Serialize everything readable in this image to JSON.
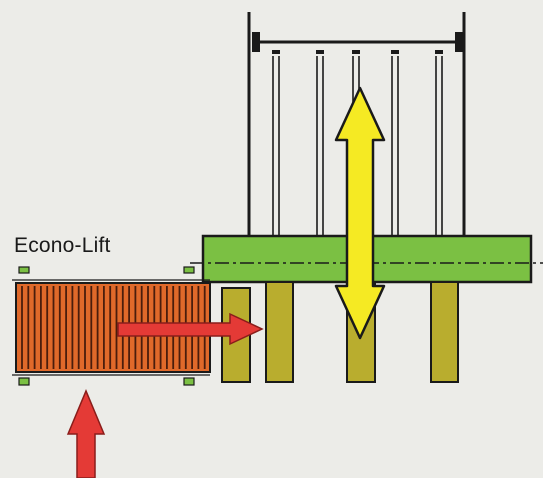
{
  "diagram": {
    "title": "Econo-Lift"
  },
  "colors": {
    "background": "#ecece8",
    "frame": "#1a1a1a",
    "platform_green": "#7bc043",
    "plate_orange": "#e0692a",
    "plate_stripe": "#4a1d0c",
    "guide_green": "#7bc043",
    "slot_mustard": "#b9ad2e",
    "arrow_red": "#e43a36",
    "arrow_yellow": "#f5ea23"
  },
  "icons": {
    "vertical_motion": "double-arrow-up-down",
    "horizontal_feed": "arrow-right",
    "vertical_feed": "arrow-up"
  }
}
